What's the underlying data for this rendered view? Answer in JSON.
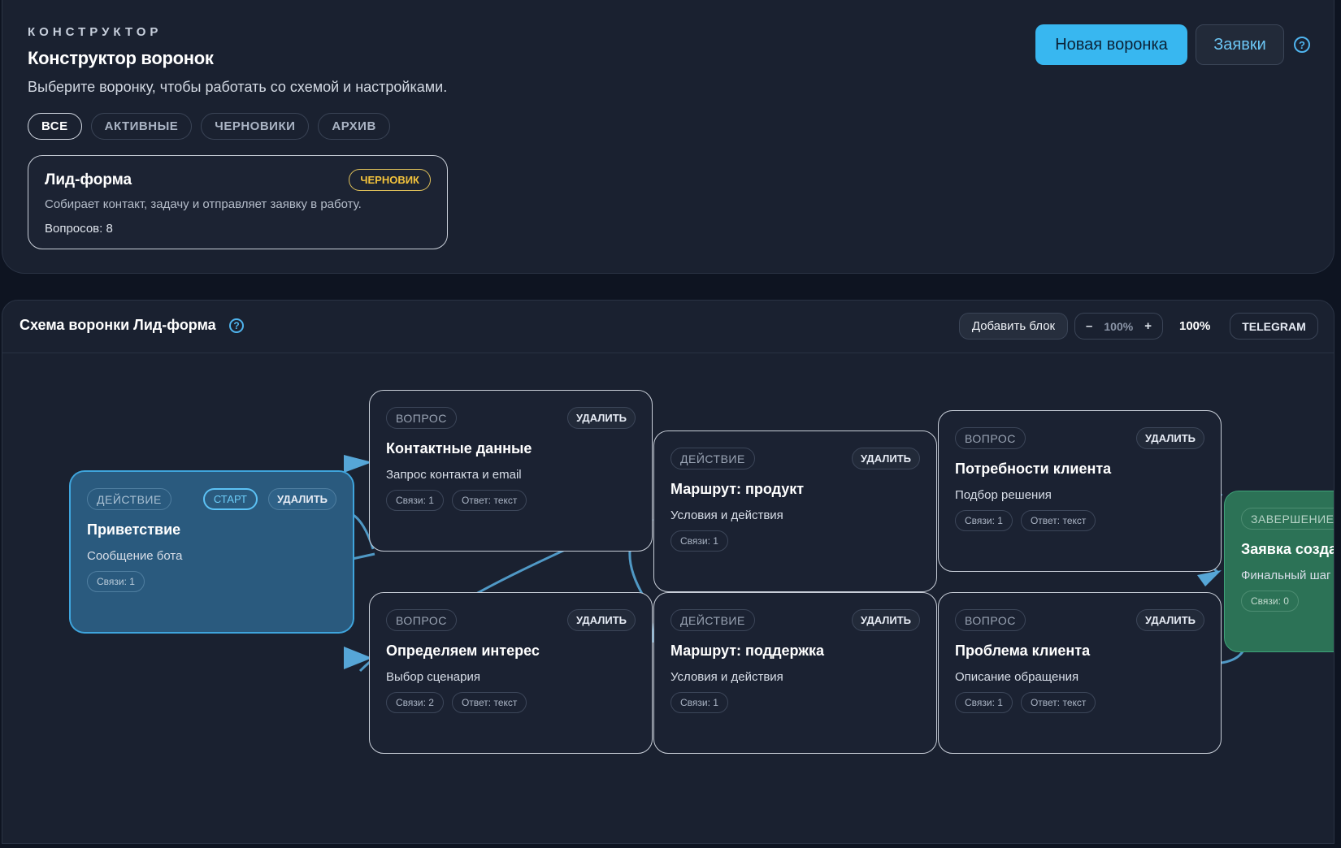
{
  "header": {
    "eyebrow": "КОНСТРУКТОР",
    "title": "Конструктор воронок",
    "subtitle": "Выберите воронку, чтобы работать со схемой и настройками.",
    "new_funnel_label": "Новая воронка",
    "requests_label": "Заявки",
    "help_glyph": "?"
  },
  "filters": [
    {
      "label": "ВСЕ",
      "active": true
    },
    {
      "label": "АКТИВНЫЕ",
      "active": false
    },
    {
      "label": "ЧЕРНОВИКИ",
      "active": false
    },
    {
      "label": "АРХИВ",
      "active": false
    }
  ],
  "funnel_card": {
    "title": "Лид-форма",
    "status": "ЧЕРНОВИК",
    "description": "Собирает контакт, задачу и отправляет заявку в работу.",
    "questions": "Вопросов: 8"
  },
  "schema": {
    "title": "Схема воронки Лид-форма",
    "help_glyph": "?",
    "add_block_label": "Добавить блок",
    "zoom_minus": "–",
    "zoom_value": "100%",
    "zoom_plus": "+",
    "zoom_text": "100%",
    "channel_label": "TELEGRAM"
  },
  "nodes": [
    {
      "type": "ДЕЙСТВИЕ",
      "start_label": "СТАРТ",
      "delete_label": "УДАЛИТЬ",
      "title": "Приветствие",
      "subtitle": "Сообщение бота",
      "links": "Связи: 1",
      "answer": ""
    },
    {
      "type": "ВОПРОС",
      "delete_label": "УДАЛИТЬ",
      "title": "Контактные данные",
      "subtitle": "Запрос контакта и email",
      "links": "Связи: 1",
      "answer": "Ответ: текст"
    },
    {
      "type": "ВОПРОС",
      "delete_label": "УДАЛИТЬ",
      "title": "Определяем интерес",
      "subtitle": "Выбор сценария",
      "links": "Связи: 2",
      "answer": "Ответ: текст"
    },
    {
      "type": "ДЕЙСТВИЕ",
      "delete_label": "УДАЛИТЬ",
      "title": "Маршрут: продукт",
      "subtitle": "Условия и действия",
      "links": "Связи: 1",
      "answer": ""
    },
    {
      "type": "ДЕЙСТВИЕ",
      "delete_label": "УДАЛИТЬ",
      "title": "Маршрут: поддержка",
      "subtitle": "Условия и действия",
      "links": "Связи: 1",
      "answer": ""
    },
    {
      "type": "ВОПРОС",
      "delete_label": "УДАЛИТЬ",
      "title": "Потребности клиента",
      "subtitle": "Подбор решения",
      "links": "Связи: 1",
      "answer": "Ответ: текст"
    },
    {
      "type": "ВОПРОС",
      "delete_label": "УДАЛИТЬ",
      "title": "Проблема клиента",
      "subtitle": "Описание обращения",
      "links": "Связи: 1",
      "answer": "Ответ: текст"
    },
    {
      "type": "ЗАВЕРШЕНИЕ",
      "delete_label": "",
      "title": "Заявка созда",
      "subtitle": "Финальный шаг",
      "links": "Связи: 0",
      "answer": ""
    }
  ],
  "colors": {
    "accent": "#38b7f0",
    "edge": "#5aaee0",
    "draft": "#f2c23c",
    "start_node": "#2a5a7e",
    "final_node": "#2c7256"
  }
}
